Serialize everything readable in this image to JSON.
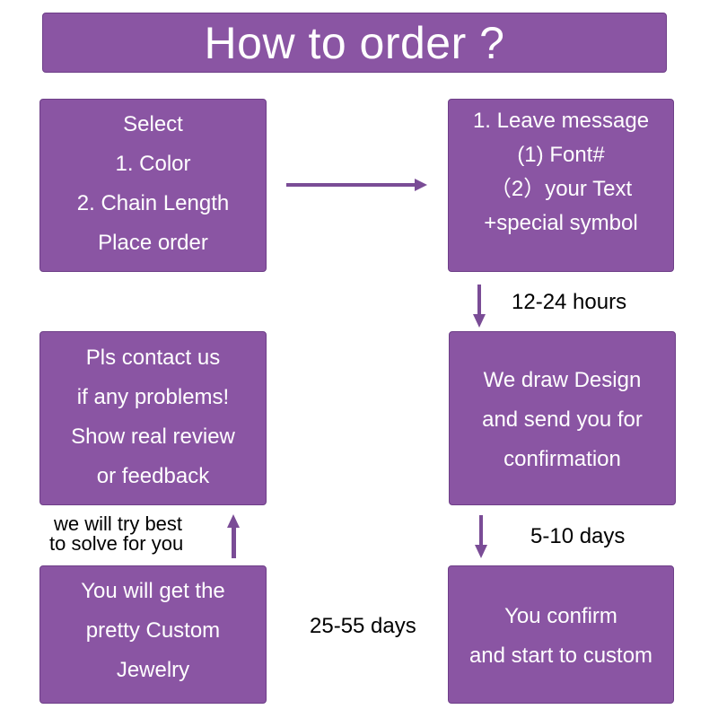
{
  "title": "How to order ?",
  "colors": {
    "box_fill": "#8a55a3",
    "arrow": "#7a4c96",
    "text_on_box": "#ffffff"
  },
  "steps": {
    "select": [
      "Select",
      "1. Color",
      "2. Chain Length",
      "Place order"
    ],
    "message": [
      "1. Leave message",
      "(1) Font#",
      "（2）your Text",
      "+special symbol"
    ],
    "design": [
      "We draw Design",
      "and send you for",
      "confirmation"
    ],
    "custom": [
      "You confirm",
      "and start to custom"
    ],
    "get": [
      "You will get the",
      "pretty Custom",
      "Jewelry"
    ],
    "contact": [
      "Pls contact us",
      "if any problems!",
      "Show real review",
      "or feedback"
    ]
  },
  "durations": {
    "first": "12-24 hours",
    "second": "5-10 days",
    "third": "25-55 days"
  },
  "note": {
    "line1": "we will try best",
    "line2": "to solve for you"
  }
}
